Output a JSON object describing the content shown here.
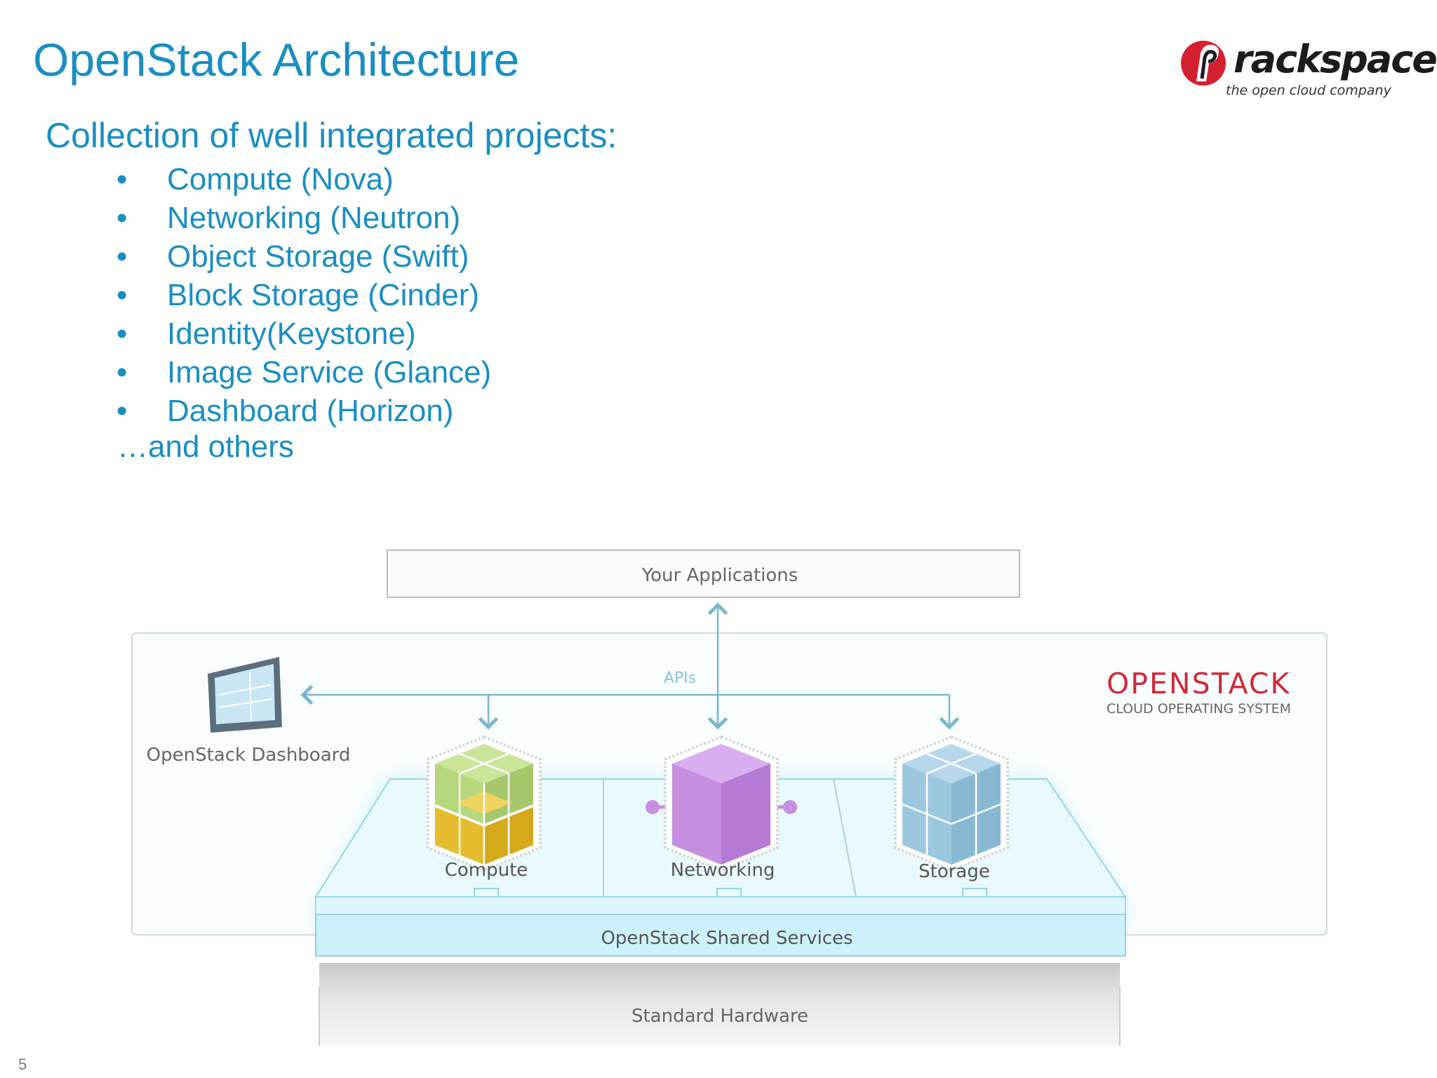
{
  "slide": {
    "title": "OpenStack Architecture",
    "subtitle": "Collection of well integrated projects:",
    "bullet_marker": "•",
    "bullets": [
      "Compute (Nova)",
      "Networking (Neutron)",
      "Object Storage (Swift)",
      "Block Storage (Cinder)",
      "Identity(Keystone)",
      "Image Service (Glance)",
      "Dashboard (Horizon)"
    ],
    "others": "…and others",
    "slide_number": "5"
  },
  "logo": {
    "word": "rackspace",
    "tagline": "the open cloud company"
  },
  "diagram": {
    "your_applications": "Your Applications",
    "apis": "APIs",
    "dashboard": "OpenStack Dashboard",
    "openstack_title": "OPENSTACK",
    "openstack_subtitle": "CLOUD OPERATING SYSTEM",
    "compute": "Compute",
    "networking": "Networking",
    "storage": "Storage",
    "shared_services": "OpenStack Shared Services",
    "standard_hardware": "Standard Hardware"
  },
  "colors": {
    "heading_blue": "#1a8ec0",
    "logo_red": "#d3202f",
    "openstack_red": "#cc2b3a",
    "compute_green": "#b7d77e",
    "compute_yellow": "#e6bd2e",
    "networking_purple": "#c68fe0",
    "storage_blue": "#9cc8df",
    "services_cyan": "#cdf1fa"
  }
}
